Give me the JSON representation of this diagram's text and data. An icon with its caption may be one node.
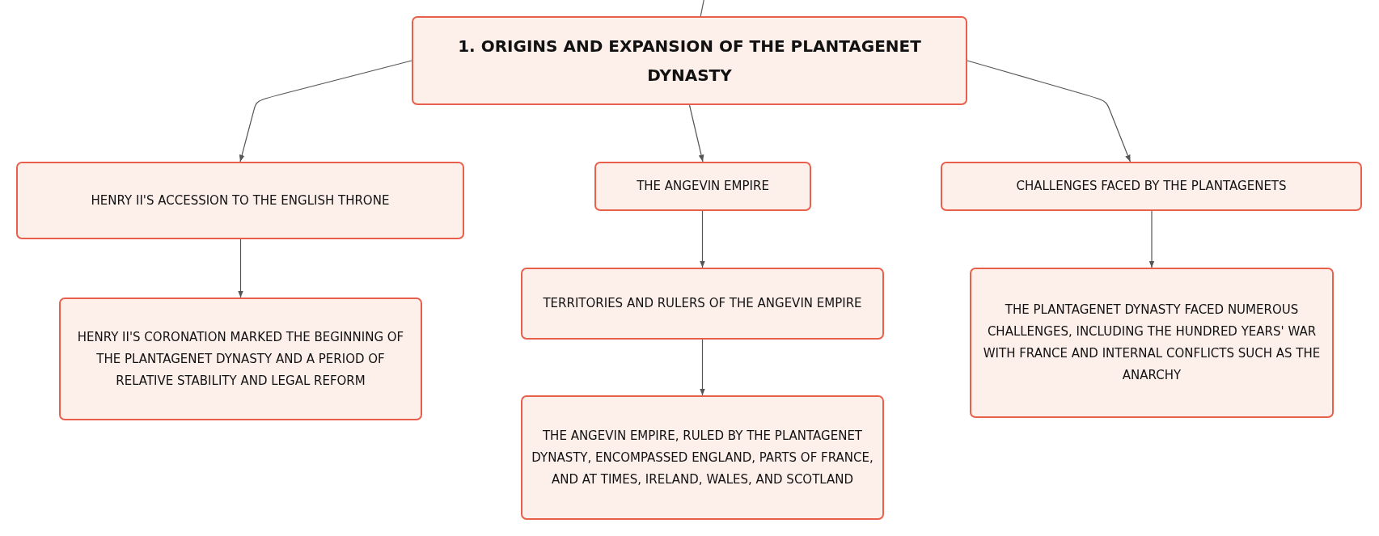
{
  "diagram": {
    "nodes": [
      {
        "text": [
          "1. ORIGINS AND EXPANSION OF THE PLANTAGENET DYNASTY"
        ]
      },
      {
        "text": [
          "HENRY II'S ACCESSION TO THE ENGLISH THRONE"
        ]
      },
      {
        "text": [
          "THE ANGEVIN EMPIRE"
        ]
      },
      {
        "text": [
          "CHALLENGES FACED BY THE PLANTAGENETS"
        ]
      },
      {
        "text": [
          "HENRY II'S CORONATION MARKED THE BEGINNING OF THE PLANTAGENET DYNASTY AND A PERIOD OF RELATIVE STABILITY AND LEGAL REFORM"
        ]
      },
      {
        "text": [
          "TERRITORIES AND RULERS OF THE ANGEVIN EMPIRE"
        ]
      },
      {
        "text": [
          "THE ANGEVIN EMPIRE, RULED BY THE PLANTAGENET DYNASTY, ENCOMPASSED ENGLAND, PARTS OF FRANCE, AND AT TIMES, IRELAND, WALES, AND SCOTLAND"
        ]
      },
      {
        "text": [
          "THE PLANTAGENET DYNASTY FACED NUMEROUS CHALLENGES, INCLUDING THE HUNDRED YEARS' WAR WITH FRANCE AND INTERNAL CONFLICTS SUCH AS THE ANARCHY"
        ]
      }
    ],
    "edges": [
      {
        "from": null,
        "to": 0,
        "arrow": "none"
      },
      {
        "from": 0,
        "to": 1,
        "arrow": "to"
      },
      {
        "from": 0,
        "to": 2,
        "arrow": "to"
      },
      {
        "from": 0,
        "to": 3,
        "arrow": "to"
      },
      {
        "from": 1,
        "to": 4,
        "arrow": "to"
      },
      {
        "from": 2,
        "to": 5,
        "arrow": "to"
      },
      {
        "from": 5,
        "to": 6,
        "arrow": "to"
      },
      {
        "from": 3,
        "to": 7,
        "arrow": "to"
      }
    ]
  }
}
